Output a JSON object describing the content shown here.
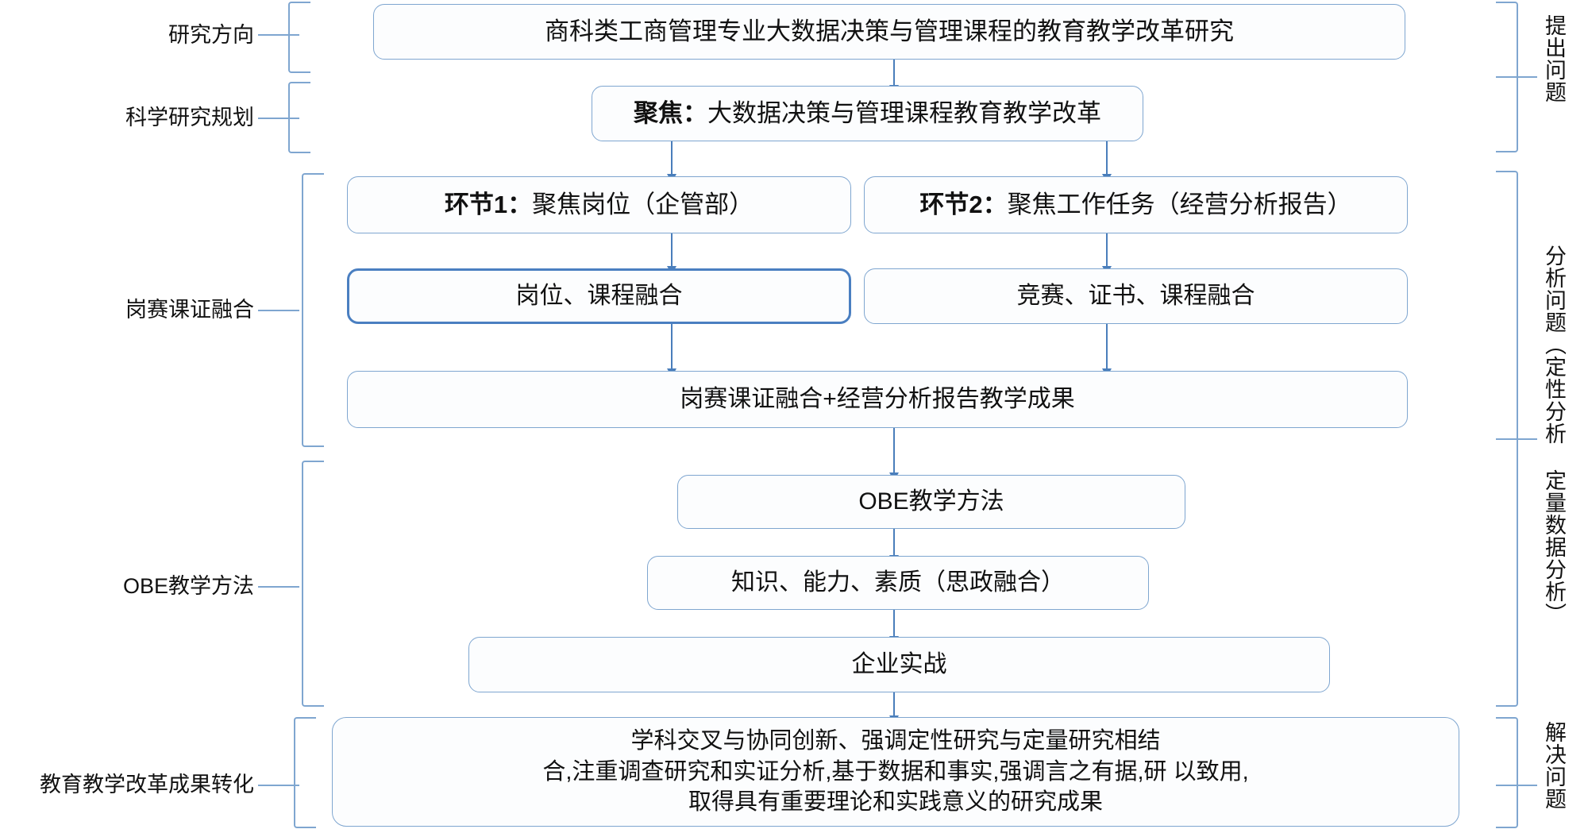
{
  "diagram": {
    "title_box": "商科类工商管理专业大数据决策与管理课程的教育教学改革研究",
    "focus_box_lead": "聚焦：",
    "focus_box_rest": "大数据决策与管理课程教育教学改革",
    "link1_lead": "环节1：",
    "link1_rest": "聚焦岗位（企管部）",
    "link2_lead": "环节2：",
    "link2_rest": "聚焦工作任务（经营分析报告）",
    "fusion_left": "岗位、课程融合",
    "fusion_right": "竞赛、证书、课程融合",
    "combined_result": "岗赛课证融合+经营分析报告教学成果",
    "obe_method": "OBE教学方法",
    "obe_goals": "知识、能力、素质（思政融合）",
    "enterprise_practice": "企业实战",
    "outcome_text": "学科交叉与协同创新、强调定性研究与定量研究相结\n合,注重调查研究和实证分析,基于数据和事实,强调言之有据,研 以致用,\n取得具有重要理论和实践意义的研究成果"
  },
  "left_labels": [
    {
      "id": "research-direction",
      "text": "研究方向"
    },
    {
      "id": "science-research-plan",
      "text": "科学研究规划"
    },
    {
      "id": "post-competition-course-cert-fusion",
      "text": "岗赛课证融合"
    },
    {
      "id": "obe-teaching-method",
      "text": "OBE教学方法"
    },
    {
      "id": "education-reform-outcome-transfer",
      "text": "教育教学改革成果转化"
    }
  ],
  "right_labels": [
    {
      "id": "raise-question",
      "text": "提出问题"
    },
    {
      "id": "analyze-question",
      "text": "分析问题（定性分析 定量数据分析）"
    },
    {
      "id": "solve-question",
      "text": "解决问题"
    }
  ],
  "colors": {
    "box_border": "#7FA6D0",
    "box_border_strong": "#4A7FC1",
    "arrow": "#4A7EBB",
    "bracket": "#7FA6D0",
    "text": "#111111",
    "background": "#FFFFFF"
  }
}
